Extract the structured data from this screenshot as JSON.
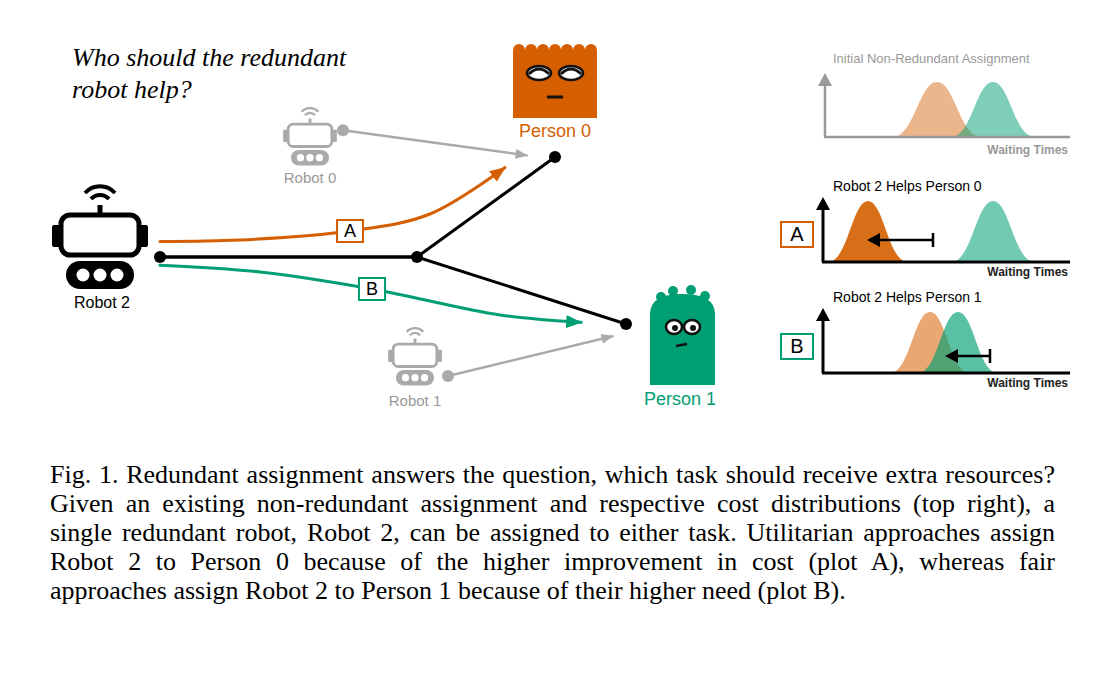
{
  "diagram": {
    "title": "Who should the redundant robot help?",
    "caption": "Fig. 1. Redundant assignment answers the question, which task should receive extra resources? Given an existing non-redundant assignment and respective cost distributions (top right), a single redundant robot, Robot 2, can be assigned to either task. Utilitarian approaches assign Robot 2 to Person 0 because of the higher improvement in cost (plot A), whereas fair approaches assign Robot 2 to Person 1 because of their higher need (plot B).",
    "nodes": [
      {
        "text": [
          "Person 0"
        ]
      },
      {
        "text": [
          "Robot 0"
        ]
      },
      {
        "text": [
          "Robot 2"
        ]
      },
      {
        "text": [
          "Person 1"
        ]
      },
      {
        "text": [
          "Robot 1"
        ]
      },
      {
        "text": [
          "A"
        ]
      },
      {
        "text": [
          "B"
        ]
      }
    ],
    "edges": [
      {
        "from": 1,
        "to": 0,
        "arrow": "to"
      },
      {
        "from": 2,
        "to": 0,
        "arrow": "to",
        "label": "A"
      },
      {
        "from": 2,
        "to": 0,
        "arrow": "none"
      },
      {
        "from": 2,
        "to": 3,
        "arrow": "none"
      },
      {
        "from": 2,
        "to": 3,
        "arrow": "to",
        "label": "B"
      },
      {
        "from": 4,
        "to": 3,
        "arrow": "to"
      }
    ],
    "labels": [
      "Initial Non-Redundant Assignment",
      "Waiting Times",
      "Robot 2 Helps Person 0",
      "Waiting Times",
      "Robot 2 Helps Person 1",
      "Waiting Times"
    ]
  }
}
